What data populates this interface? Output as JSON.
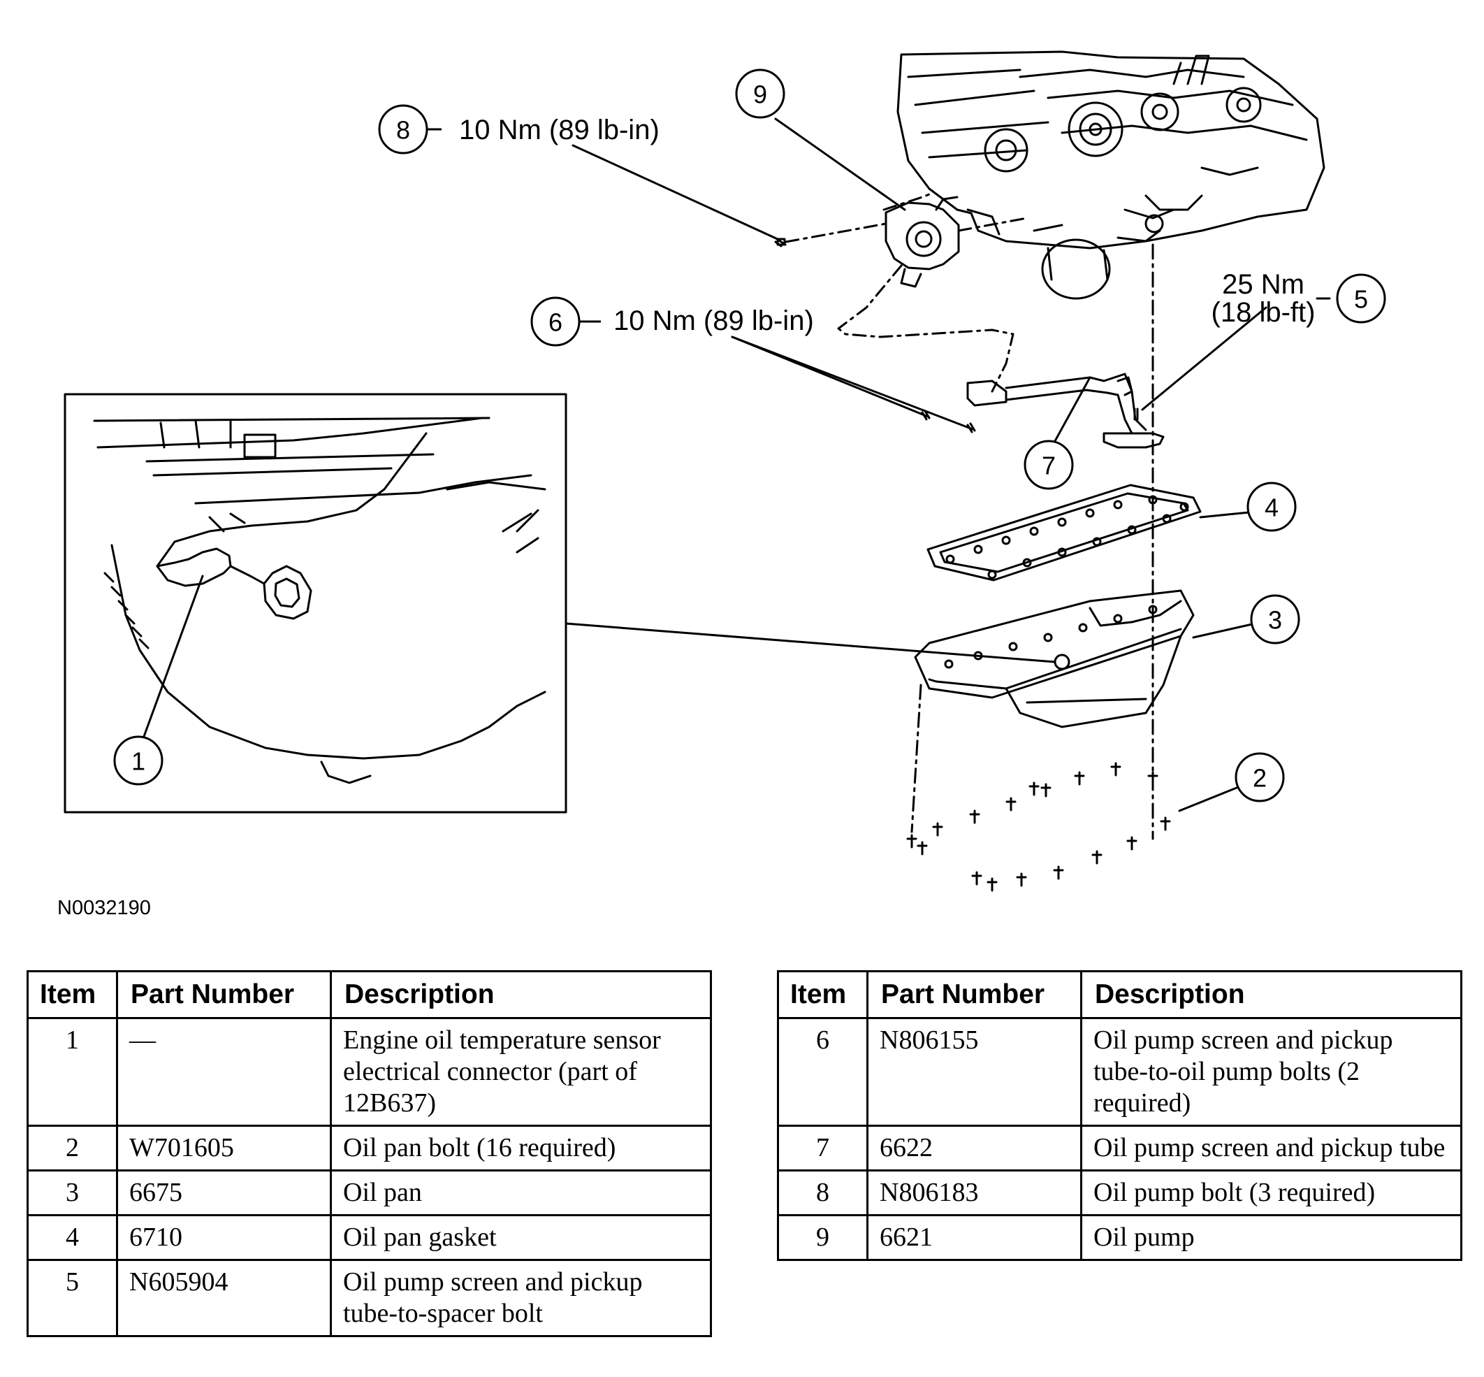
{
  "figure": {
    "code": "N0032190",
    "callouts": [
      {
        "id": "1",
        "label": ""
      },
      {
        "id": "2",
        "label": ""
      },
      {
        "id": "3",
        "label": ""
      },
      {
        "id": "4",
        "label": ""
      },
      {
        "id": "5",
        "label_line1": "25 Nm",
        "label_line2": "(18 lb-ft)"
      },
      {
        "id": "6",
        "label": "10 Nm (89 lb-in)"
      },
      {
        "id": "7",
        "label": ""
      },
      {
        "id": "8",
        "label": "10 Nm (89 lb-in)"
      },
      {
        "id": "9",
        "label": ""
      }
    ]
  },
  "table": {
    "headers": {
      "item": "Item",
      "part_number": "Part Number",
      "description": "Description"
    },
    "rows": [
      {
        "item": "1",
        "part_number": "—",
        "description": "Engine oil temperature sensor electrical connector (part of 12B637)"
      },
      {
        "item": "2",
        "part_number": "W701605",
        "description": "Oil pan bolt (16 required)"
      },
      {
        "item": "3",
        "part_number": "6675",
        "description": "Oil pan"
      },
      {
        "item": "4",
        "part_number": "6710",
        "description": "Oil pan gasket"
      },
      {
        "item": "5",
        "part_number": "N605904",
        "description": "Oil pump screen and pickup tube-to-spacer bolt"
      },
      {
        "item": "6",
        "part_number": "N806155",
        "description": "Oil pump screen and pickup tube-to-oil pump bolts (2 required)"
      },
      {
        "item": "7",
        "part_number": "6622",
        "description": "Oil pump screen and pickup tube"
      },
      {
        "item": "8",
        "part_number": "N806183",
        "description": "Oil pump bolt (3 required)"
      },
      {
        "item": "9",
        "part_number": "6621",
        "description": "Oil pump"
      }
    ]
  }
}
